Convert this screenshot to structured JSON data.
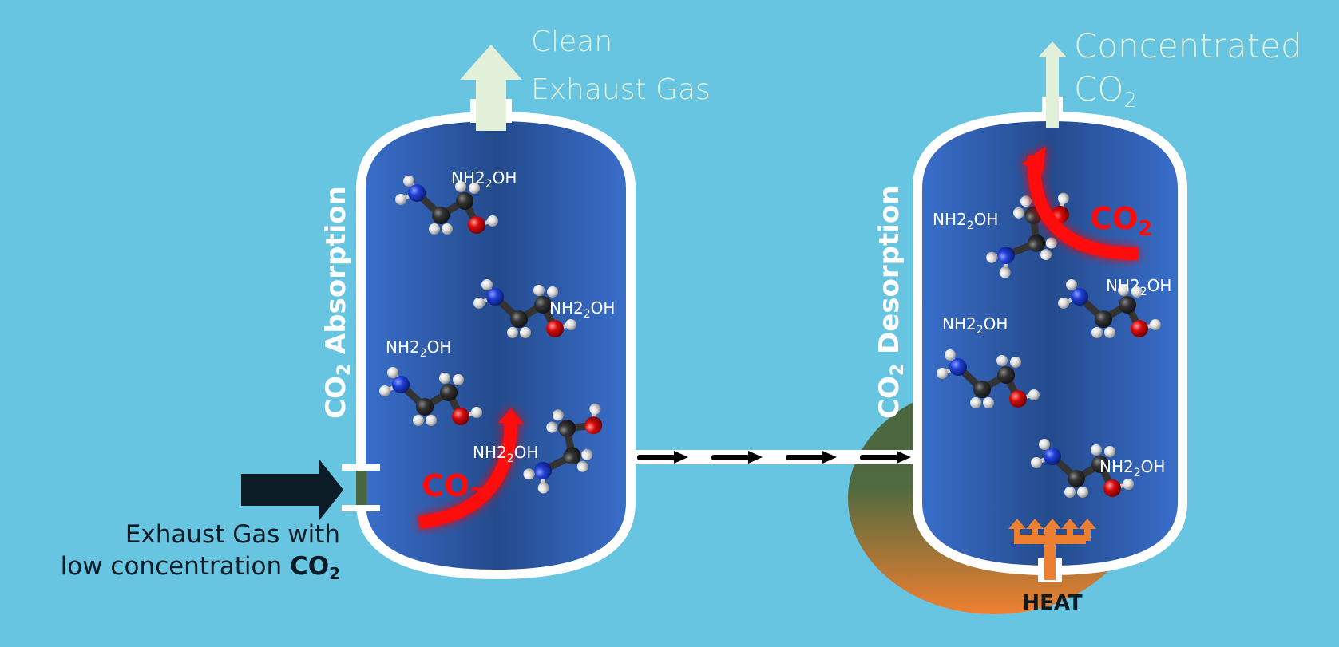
{
  "colors": {
    "background": "#68c5e2",
    "vessel_border": "#ffffff",
    "vessel_fill_dark": "#244a8c",
    "vessel_fill_light": "#3a6fcc",
    "outlet_arrow": "#e2efd9",
    "inlet_arrow": "#0b1c26",
    "co2_arrow": "#ff0a0a",
    "heat_color": "#ef7f30",
    "heater_top": "#4a6640",
    "atom_nitrogen": "#1f3fd6",
    "atom_oxygen": "#d80a0a",
    "atom_carbon": "#333333",
    "atom_hydrogen": "#eeeeee"
  },
  "absorber": {
    "title_main": "CO",
    "title_sub": "2",
    "title_rest": " Absorption",
    "outlet_line1": "Clean",
    "outlet_line2": "Exhaust Gas",
    "inlet_line1": "Exhaust Gas with",
    "inlet_line2_prefix": "low concentration  ",
    "inlet_line2_bold": "CO",
    "inlet_line2_sub": "2",
    "co2_label_main": "CO",
    "co2_label_sub": "2",
    "molecules": [
      {
        "label_main": "NH2",
        "label_sub": "2",
        "label_rest": "OH"
      },
      {
        "label_main": "NH2",
        "label_sub": "2",
        "label_rest": "OH"
      },
      {
        "label_main": "NH2",
        "label_sub": "2",
        "label_rest": "OH"
      },
      {
        "label_main": "NH2",
        "label_sub": "2",
        "label_rest": "OH"
      }
    ]
  },
  "desorber": {
    "title_main": "CO",
    "title_sub": "2",
    "title_rest": " Desorption",
    "outlet_line1": "Concentrated",
    "outlet_line2_main": "CO",
    "outlet_line2_sub": "2",
    "co2_label_main": "CO",
    "co2_label_sub": "2",
    "heat_label": "HEAT",
    "molecules": [
      {
        "label_main": "NH2",
        "label_sub": "2",
        "label_rest": "OH"
      },
      {
        "label_main": "NH2",
        "label_sub": "2",
        "label_rest": "OH"
      },
      {
        "label_main": "NH2",
        "label_sub": "2",
        "label_rest": "OH"
      },
      {
        "label_main": "NH2",
        "label_sub": "2",
        "label_rest": "OH"
      }
    ]
  },
  "transfer_pipe": {
    "arrow_count": 4,
    "direction": "right"
  }
}
